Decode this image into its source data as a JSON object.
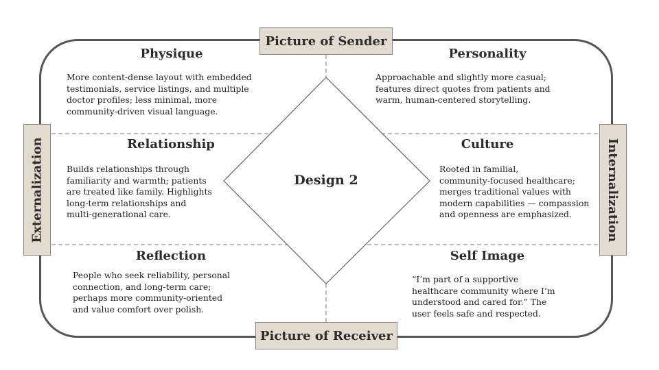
{
  "tags": {
    "top": "Picture of Sender",
    "bottom": "Picture of Receiver",
    "left": "Externalization",
    "right": "Internalization"
  },
  "center_label": "Design 2",
  "quadrants": {
    "physique": {
      "title": "Physique",
      "lines": [
        "More content-dense layout with embedded",
        "testimonials, service listings, and multiple",
        "doctor profiles; less minimal, more",
        "community-driven visual language."
      ]
    },
    "personality": {
      "title": "Personality",
      "lines": [
        "Approachable and slightly more casual;",
        "features direct quotes from patients and",
        "warm, human-centered storytelling."
      ]
    },
    "relationship": {
      "title": "Relationship",
      "lines": [
        "Builds relationships through",
        "familiarity and warmth; patients",
        "are treated like family. Highlights",
        "long-term relationships and",
        "multi-generational care."
      ]
    },
    "culture": {
      "title": "Culture",
      "lines": [
        "Rooted in familial,",
        "community-focused healthcare;",
        "merges traditional values with",
        "modern capabilities — compassion",
        "and openness are emphasized."
      ]
    },
    "reflection": {
      "title": "Reflection",
      "lines": [
        "People who seek reliability, personal",
        "connection, and long-term care;",
        "perhaps more community-oriented",
        "and value comfort over polish."
      ]
    },
    "self_image": {
      "title": "Self Image",
      "lines": [
        "“I’m part of a supportive",
        "healthcare community where I’m",
        "understood and cared for.” The",
        "user feels safe and respected."
      ]
    }
  }
}
